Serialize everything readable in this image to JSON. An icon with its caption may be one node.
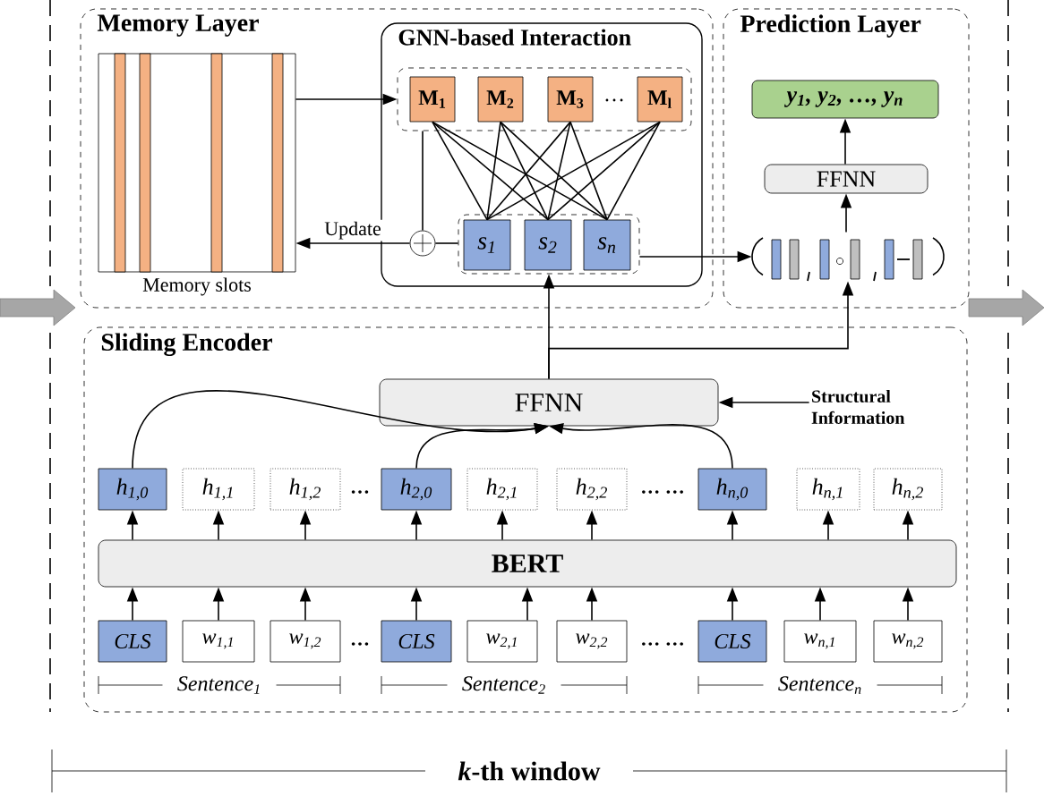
{
  "diagram": {
    "nodes": [
      {
        "text": [
          "Memory Layer"
        ]
      },
      {
        "text": [],
        "shape": "picture",
        "beside": [
          "Memory slots"
        ],
        "in": 0
      },
      {
        "text": [
          "GNN-based Interaction"
        ],
        "in": 0
      },
      {
        "text": [],
        "shape": "box",
        "in": 2
      },
      {
        "text": [
          "M$_{1}$"
        ],
        "in": 3
      },
      {
        "text": [
          "M$_{2}$"
        ],
        "in": 3
      },
      {
        "text": [
          "M$_{3}$"
        ],
        "in": 3
      },
      {
        "text": [
          "M$_{l}$"
        ],
        "in": 3
      },
      {
        "text": [],
        "shape": "box",
        "in": 2
      },
      {
        "text": [],
        "shape": "circle",
        "in": 2
      },
      {
        "text": [
          "s$_{1}$"
        ],
        "in": 8
      },
      {
        "text": [
          "s$_{2}$"
        ],
        "in": 8
      },
      {
        "text": [
          "s$_{n}$"
        ],
        "in": 8
      },
      {
        "text": [
          "Prediction Layer"
        ]
      },
      {
        "text": [
          "y$_{1}$, y$_{2}$, …, y$_{n}$"
        ],
        "in": 13
      },
      {
        "text": [
          "FFNN"
        ],
        "in": 13
      },
      {
        "text": [],
        "shape": "picture",
        "in": 13
      },
      {
        "text": [
          "Sliding Encoder"
        ]
      },
      {
        "text": [
          "FFNN"
        ],
        "in": 17
      },
      {
        "text": [
          "Structural Information"
        ],
        "in": 17
      },
      {
        "text": [
          "BERT"
        ],
        "in": 17
      },
      {
        "text": [
          "h$_{1,0}$"
        ],
        "in": 17
      },
      {
        "text": [
          "h$_{1,1}$"
        ],
        "in": 17
      },
      {
        "text": [
          "h$_{1,2}$"
        ],
        "in": 17
      },
      {
        "text": [
          "h$_{2,0}$"
        ],
        "in": 17
      },
      {
        "text": [
          "h$_{2,1}$"
        ],
        "in": 17
      },
      {
        "text": [
          "h$_{2,2}$"
        ],
        "in": 17
      },
      {
        "text": [
          "h$_{n,0}$"
        ],
        "in": 17
      },
      {
        "text": [
          "h$_{n,1}$"
        ],
        "in": 17
      },
      {
        "text": [
          "h$_{n,2}$"
        ],
        "in": 17
      },
      {
        "text": [
          "CLS"
        ],
        "in": 17
      },
      {
        "text": [
          "w$_{1,1}$"
        ],
        "in": 17
      },
      {
        "text": [
          "w$_{1,2}$"
        ],
        "in": 17
      },
      {
        "text": [
          "CLS"
        ],
        "in": 17
      },
      {
        "text": [
          "w$_{2,1}$"
        ],
        "in": 17
      },
      {
        "text": [
          "w$_{2,2}$"
        ],
        "in": 17
      },
      {
        "text": [
          "CLS"
        ],
        "in": 17
      },
      {
        "text": [
          "w$_{n,1}$"
        ],
        "in": 17
      },
      {
        "text": [
          "w$_{n,2}$"
        ],
        "in": 17
      }
    ],
    "edges": [
      {
        "from": 1,
        "to": 3,
        "arrow": "to"
      },
      {
        "from": 4,
        "to": 10,
        "arrow": "none"
      },
      {
        "from": 4,
        "to": 11,
        "arrow": "none"
      },
      {
        "from": 4,
        "to": 12,
        "arrow": "none"
      },
      {
        "from": 5,
        "to": 10,
        "arrow": "none"
      },
      {
        "from": 5,
        "to": 11,
        "arrow": "none"
      },
      {
        "from": 5,
        "to": 12,
        "arrow": "none"
      },
      {
        "from": 6,
        "to": 10,
        "arrow": "none"
      },
      {
        "from": 6,
        "to": 11,
        "arrow": "none"
      },
      {
        "from": 6,
        "to": 12,
        "arrow": "none"
      },
      {
        "from": 7,
        "to": 10,
        "arrow": "none"
      },
      {
        "from": 7,
        "to": 11,
        "arrow": "none"
      },
      {
        "from": 7,
        "to": 12,
        "arrow": "none"
      },
      {
        "from": 3,
        "to": 9,
        "arrow": "none"
      },
      {
        "from": 8,
        "to": 9,
        "arrow": "none"
      },
      {
        "from": 9,
        "to": 1,
        "arrow": "to",
        "label": "Update"
      },
      {
        "from": 8,
        "to": 16,
        "arrow": "to"
      },
      {
        "from": 16,
        "to": 15,
        "arrow": "to"
      },
      {
        "from": 15,
        "to": 14,
        "arrow": "to"
      },
      {
        "from": 18,
        "to": 8,
        "arrow": "to"
      },
      {
        "from": 18,
        "to": 16,
        "arrow": "to"
      },
      {
        "from": 19,
        "to": 18,
        "arrow": "to"
      },
      {
        "from": 21,
        "to": 18,
        "arrow": "to"
      },
      {
        "from": 24,
        "to": 18,
        "arrow": "to"
      },
      {
        "from": 27,
        "to": 18,
        "arrow": "to"
      },
      {
        "from": 20,
        "to": 21,
        "arrow": "to"
      },
      {
        "from": 20,
        "to": 22,
        "arrow": "to"
      },
      {
        "from": 20,
        "to": 23,
        "arrow": "to"
      },
      {
        "from": 20,
        "to": 24,
        "arrow": "to"
      },
      {
        "from": 20,
        "to": 25,
        "arrow": "to"
      },
      {
        "from": 20,
        "to": 26,
        "arrow": "to"
      },
      {
        "from": 20,
        "to": 27,
        "arrow": "to"
      },
      {
        "from": 20,
        "to": 28,
        "arrow": "to"
      },
      {
        "from": 20,
        "to": 29,
        "arrow": "to"
      },
      {
        "from": 30,
        "to": 20,
        "arrow": "to"
      },
      {
        "from": 31,
        "to": 20,
        "arrow": "to"
      },
      {
        "from": 32,
        "to": 20,
        "arrow": "to"
      },
      {
        "from": 33,
        "to": 20,
        "arrow": "to"
      },
      {
        "from": 34,
        "to": 20,
        "arrow": "to"
      },
      {
        "from": 35,
        "to": 20,
        "arrow": "to"
      },
      {
        "from": 36,
        "to": 20,
        "arrow": "to"
      },
      {
        "from": 37,
        "to": 20,
        "arrow": "to"
      },
      {
        "from": 38,
        "to": 20,
        "arrow": "to"
      }
    ],
    "labels": [
      "…",
      "…",
      "… …",
      "…",
      "… …",
      "Sentence$_{1}$",
      "Sentence$_{2}$",
      "Sentence$_{n}$",
      "*k*-th window"
    ]
  }
}
